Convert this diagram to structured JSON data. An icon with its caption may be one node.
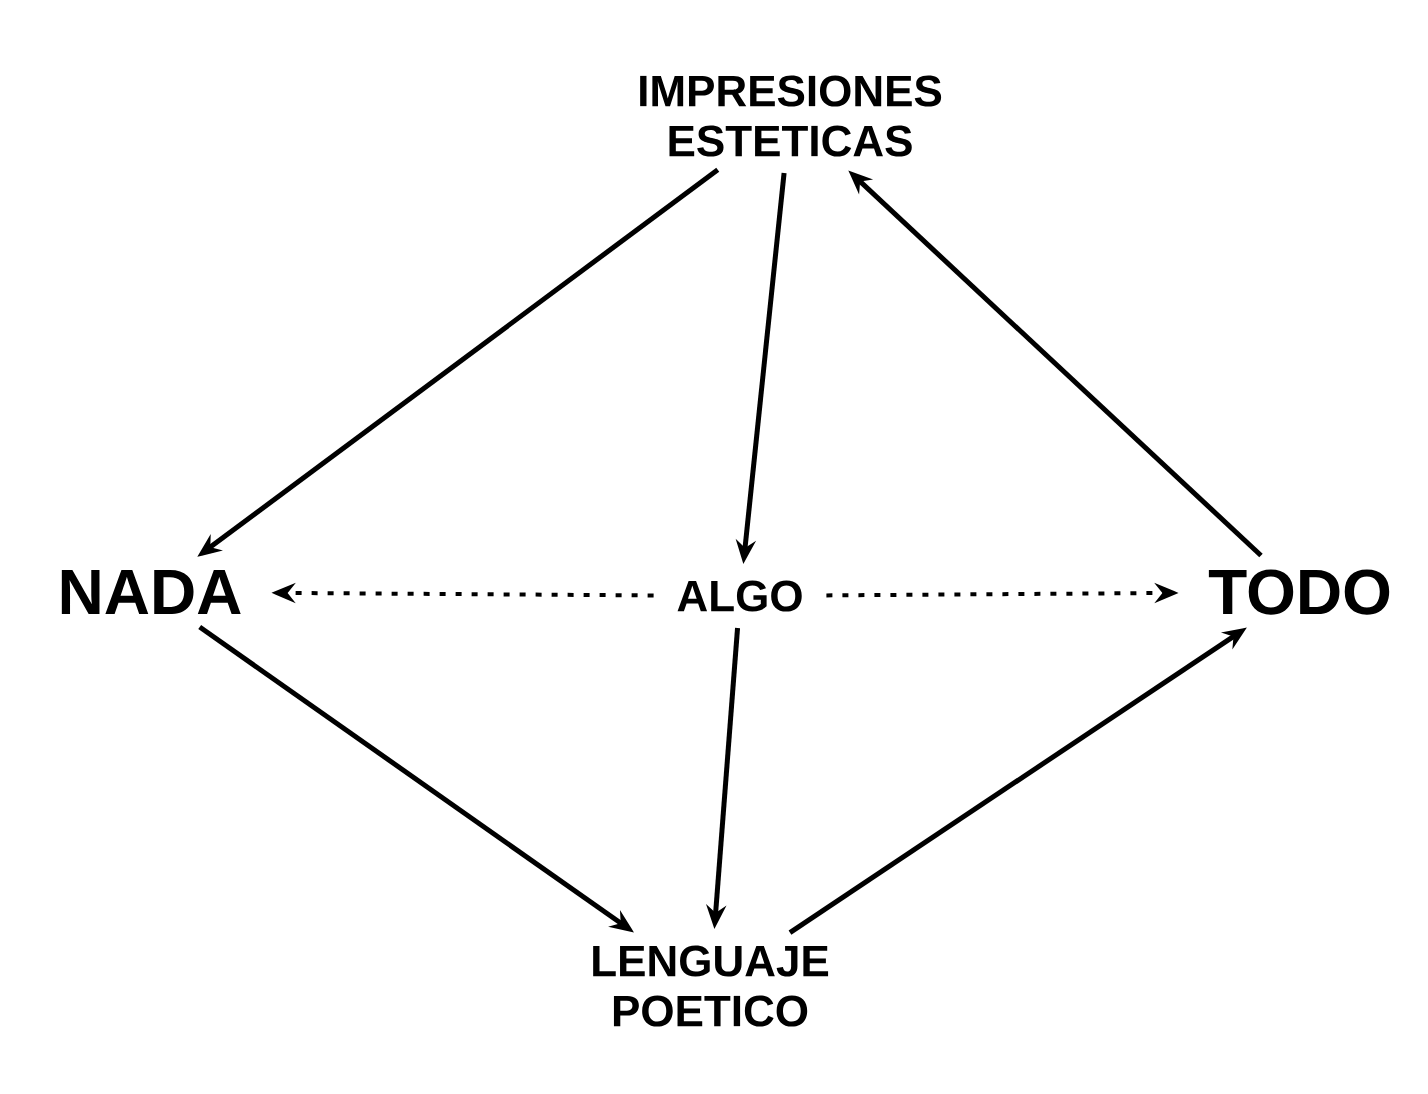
{
  "diagram": {
    "nodes": [
      {
        "text": [
          "IMPRESIONES ESTETICAS"
        ]
      },
      {
        "text": [
          "NADA"
        ]
      },
      {
        "text": [
          "ALGO"
        ]
      },
      {
        "text": [
          "TODO"
        ]
      },
      {
        "text": [
          "LENGUAJE POETICO"
        ]
      }
    ],
    "edges": [
      {
        "from": 0,
        "to": 1,
        "arrow": "to"
      },
      {
        "from": 0,
        "to": 2,
        "arrow": "to"
      },
      {
        "from": 3,
        "to": 0,
        "arrow": "to"
      },
      {
        "from": 2,
        "to": 1,
        "arrow": "to",
        "style": "dashed"
      },
      {
        "from": 2,
        "to": 3,
        "arrow": "to",
        "style": "dashed"
      },
      {
        "from": 2,
        "to": 4,
        "arrow": "to"
      },
      {
        "from": 1,
        "to": 4,
        "arrow": "to"
      },
      {
        "from": 4,
        "to": 3,
        "arrow": "to"
      }
    ]
  }
}
